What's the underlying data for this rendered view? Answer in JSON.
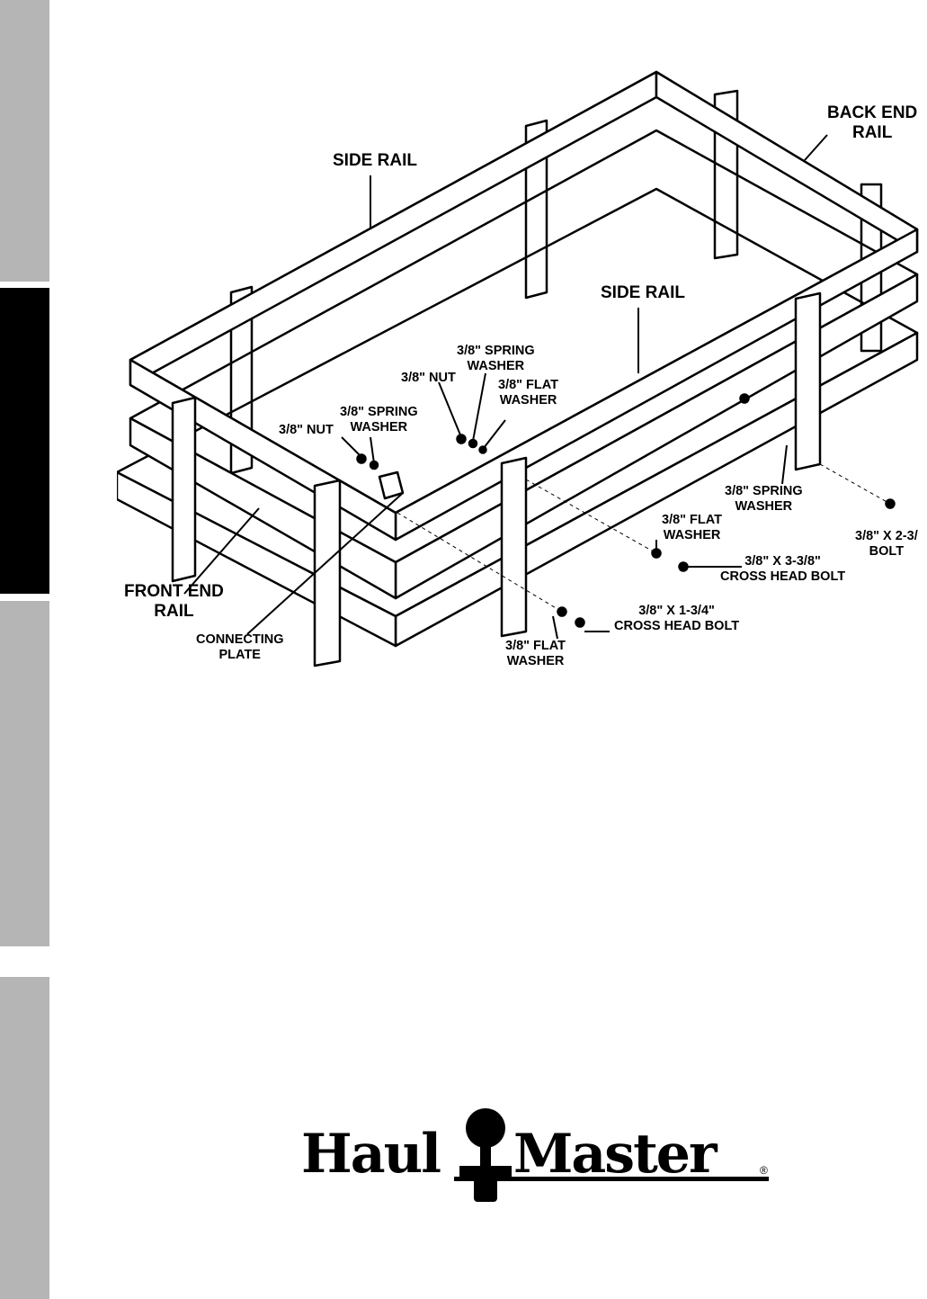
{
  "side_tabs": [
    {
      "name": "tab-1",
      "color": "#b5b5b5"
    },
    {
      "name": "tab-2",
      "color": "#000000"
    },
    {
      "name": "tab-3",
      "color": "#b5b5b5"
    },
    {
      "name": "tab-4",
      "color": "#b5b5b5"
    }
  ],
  "labels": {
    "side_rail_left": "SIDE RAIL",
    "side_rail_right": "SIDE RAIL",
    "back_end_rail": [
      "BACK END",
      "RAIL"
    ],
    "front_end_rail": [
      "FRONT END",
      "RAIL"
    ],
    "connecting_plate": [
      "CONNECTING",
      "PLATE"
    ],
    "nut_left": "3/8\" NUT",
    "spring_washer_left": [
      "3/8\" SPRING",
      "WASHER"
    ],
    "nut_mid": "3/8\" NUT",
    "spring_washer_mid": [
      "3/8\" SPRING",
      "WASHER"
    ],
    "flat_washer_mid": [
      "3/8\" FLAT",
      "WASHER"
    ],
    "spring_washer_right": [
      "3/8\" SPRING",
      "WASHER"
    ],
    "flat_washer_right": [
      "3/8\" FLAT",
      "WASHER"
    ],
    "bolt_long": [
      "3/8\" X 3-3/8\"",
      "CROSS HEAD BOLT"
    ],
    "bolt_right": [
      "3/8\" X 2-3/",
      "BOLT"
    ],
    "bolt_short": [
      "3/8\" X 1-3/4\"",
      "CROSS HEAD BOLT"
    ],
    "flat_washer_bottom": [
      "3/8\" FLAT",
      "WASHER"
    ]
  },
  "logo": {
    "left": "Haul",
    "right": "Master",
    "registered": "®"
  }
}
